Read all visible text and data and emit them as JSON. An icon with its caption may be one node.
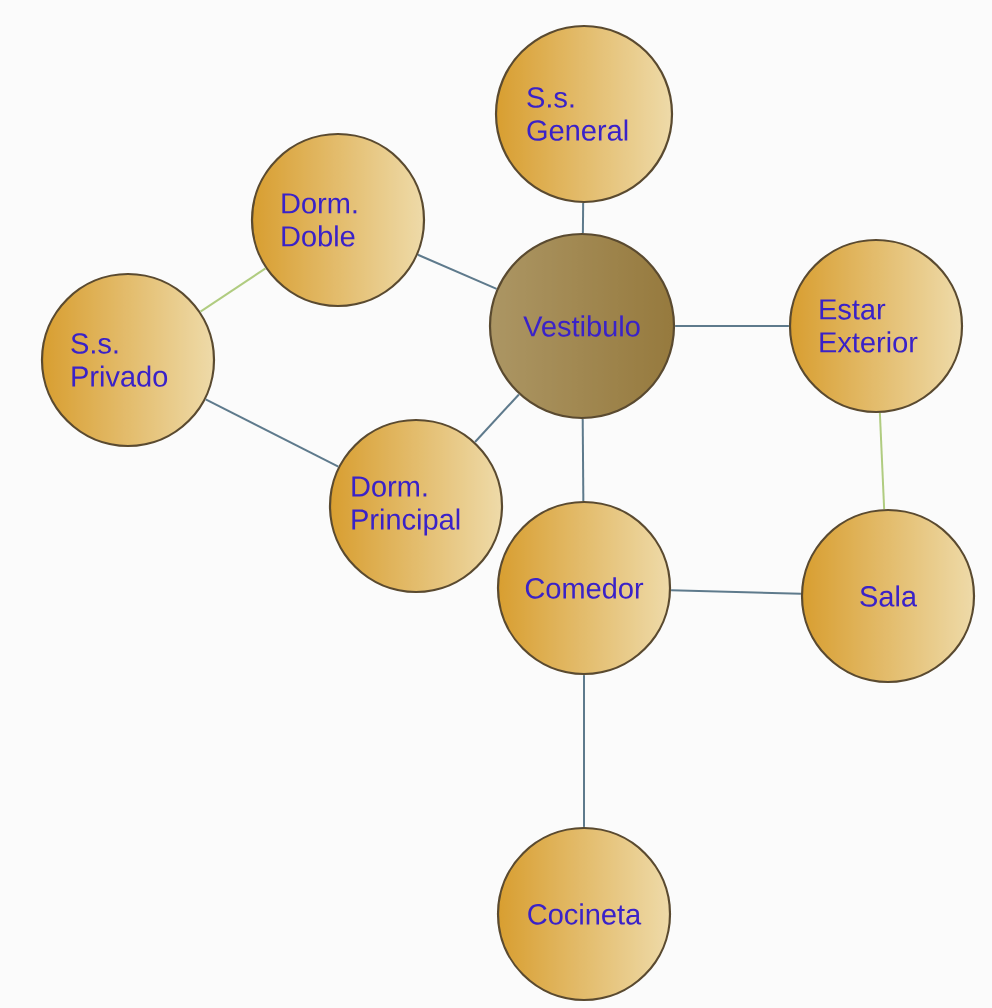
{
  "diagram": {
    "nodes": [
      {
        "text": [
          "S.s. General"
        ]
      },
      {
        "text": [
          "Dorm. Doble"
        ]
      },
      {
        "text": [
          "Vestibulo"
        ]
      },
      {
        "text": [
          "Estar Exterior"
        ]
      },
      {
        "text": [
          "S.s. Privado"
        ]
      },
      {
        "text": [
          "Dorm. Principal"
        ]
      },
      {
        "text": [
          "Comedor"
        ]
      },
      {
        "text": [
          "Sala"
        ]
      },
      {
        "text": [
          "Cocineta"
        ]
      }
    ],
    "edges": [
      {
        "from": 0,
        "to": 2,
        "arrow": "none"
      },
      {
        "from": 1,
        "to": 2,
        "arrow": "none"
      },
      {
        "from": 2,
        "to": 3,
        "arrow": "none"
      },
      {
        "from": 1,
        "to": 4,
        "arrow": "none",
        "color": "#b0cc80"
      },
      {
        "from": 4,
        "to": 5,
        "arrow": "none"
      },
      {
        "from": 5,
        "to": 2,
        "arrow": "none"
      },
      {
        "from": 2,
        "to": 6,
        "arrow": "none"
      },
      {
        "from": 3,
        "to": 7,
        "arrow": "none",
        "color": "#b0cc80"
      },
      {
        "from": 6,
        "to": 7,
        "arrow": "none"
      },
      {
        "from": 6,
        "to": 8,
        "arrow": "none"
      }
    ]
  }
}
